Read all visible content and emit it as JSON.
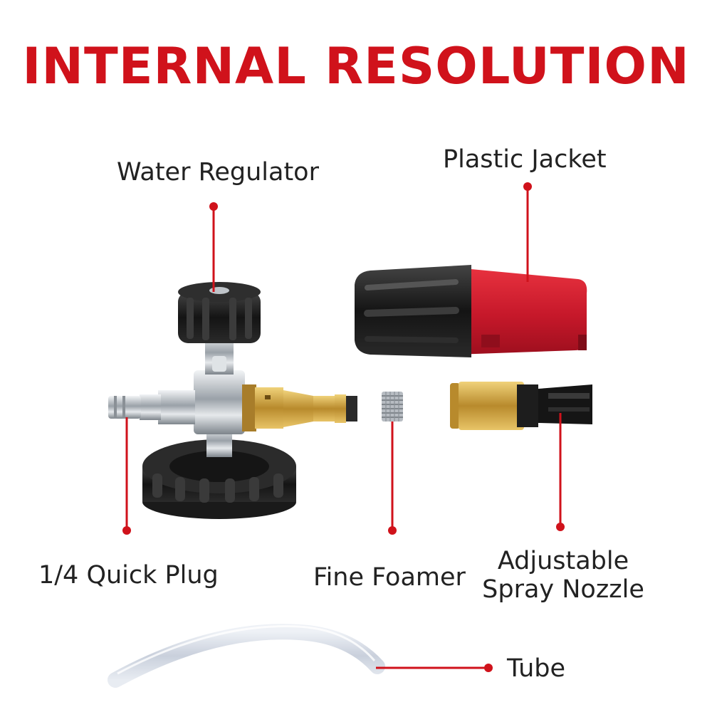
{
  "title": "INTERNAL RESOLUTION",
  "labels": {
    "water_regulator": "Water Regulator",
    "plastic_jacket": "Plastic Jacket",
    "quick_plug": "1/4 Quick Plug",
    "fine_foamer": "Fine Foamer",
    "spray_nozzle_line1": "Adjustable",
    "spray_nozzle_line2": "Spray Nozzle",
    "tube": "Tube"
  },
  "colors": {
    "title": "#d0121b",
    "callout": "#d0121b",
    "label_text": "#222222",
    "jacket_red": "#d41d2b",
    "jacket_black": "#1a1a1a",
    "brass": "#c9a24a",
    "chrome": "#c8cdd2"
  }
}
